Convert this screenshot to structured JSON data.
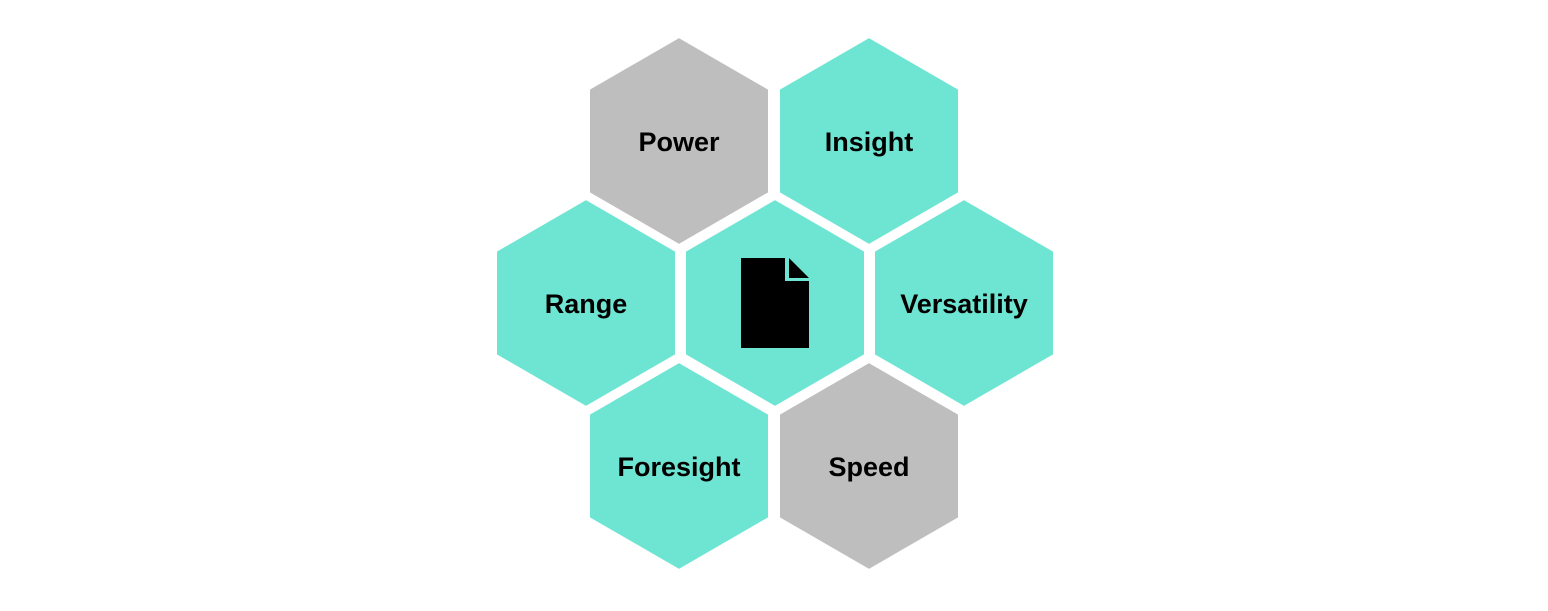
{
  "colors": {
    "teal": "#6ee5d2",
    "gray": "#bebebe",
    "icon": "#000000",
    "label": "#000000"
  },
  "center": {
    "icon": "document-icon",
    "color": "teal"
  },
  "hexagons": [
    {
      "id": "power",
      "label": "Power",
      "color": "gray"
    },
    {
      "id": "insight",
      "label": "Insight",
      "color": "teal"
    },
    {
      "id": "range",
      "label": "Range",
      "color": "teal"
    },
    {
      "id": "versatility",
      "label": "Versatility",
      "color": "teal"
    },
    {
      "id": "foresight",
      "label": "Foresight",
      "color": "teal"
    },
    {
      "id": "speed",
      "label": "Speed",
      "color": "gray"
    }
  ]
}
